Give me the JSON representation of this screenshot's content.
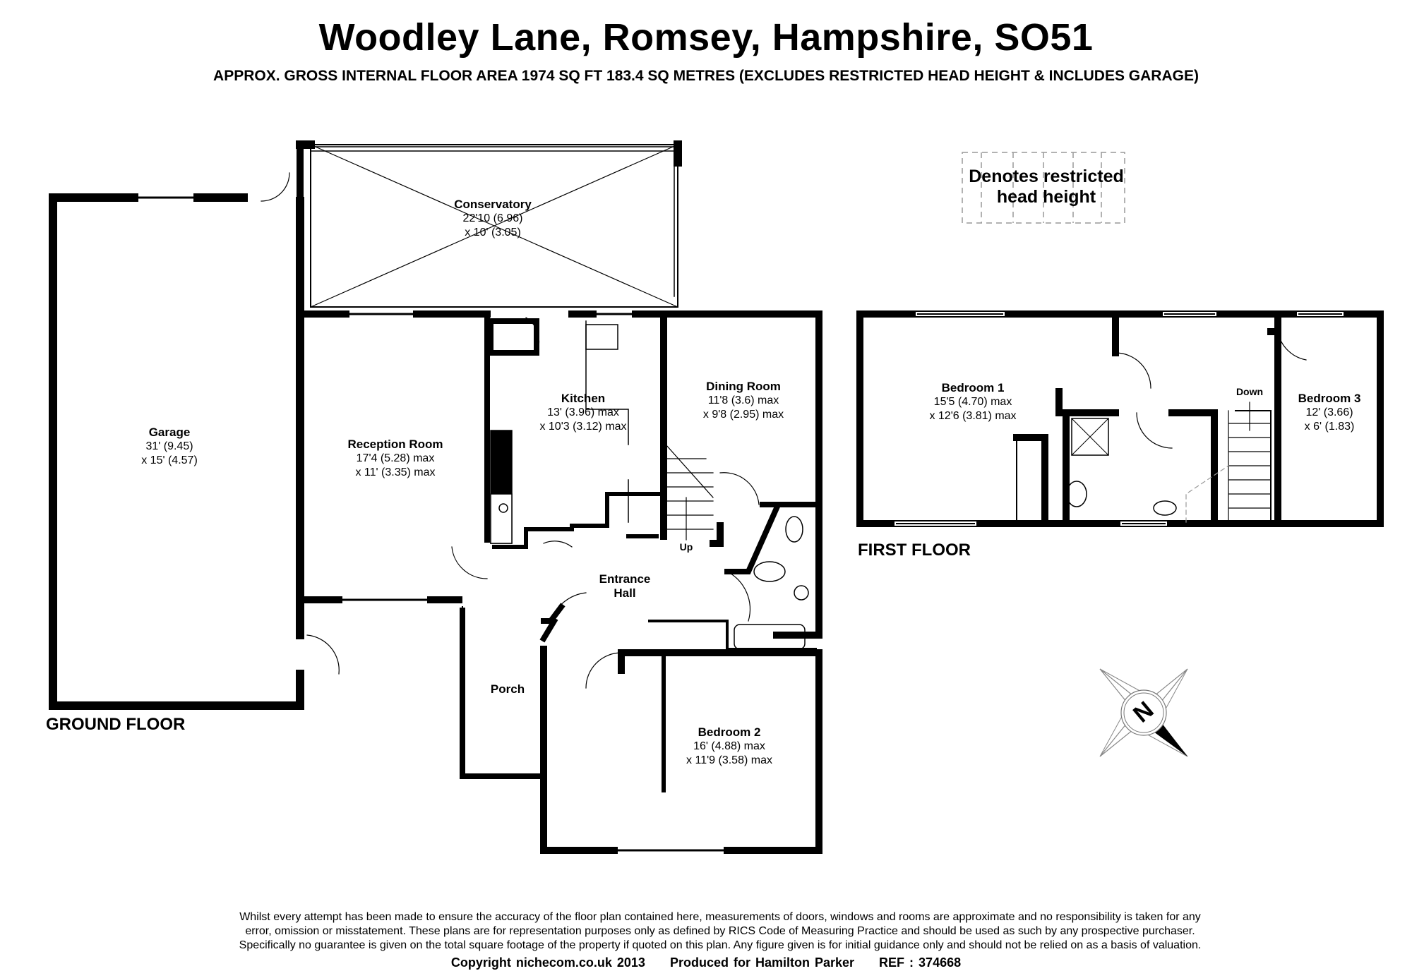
{
  "header": {
    "title": "Woodley Lane, Romsey, Hampshire, SO51",
    "subtitle": "APPROX. GROSS INTERNAL FLOOR AREA 1974 SQ FT 183.4 SQ METRES (EXCLUDES RESTRICTED HEAD HEIGHT & INCLUDES GARAGE)"
  },
  "legend": {
    "text_line1": "Denotes restricted",
    "text_line2": "head height"
  },
  "ground_floor": {
    "label": "GROUND FLOOR",
    "rooms": [
      {
        "name": "Garage",
        "dim1": "31' (9.45)",
        "dim2": "x 15' (4.57)"
      },
      {
        "name": "Conservatory",
        "dim1": "22'10 (6.96)",
        "dim2": "x 10' (3.05)"
      },
      {
        "name": "Reception Room",
        "dim1": "17'4 (5.28) max",
        "dim2": "x 11' (3.35) max"
      },
      {
        "name": "Kitchen",
        "dim1": "13' (3.96) max",
        "dim2": "x 10'3 (3.12) max"
      },
      {
        "name": "Dining Room",
        "dim1": "11'8 (3.6) max",
        "dim2": "x 9'8 (2.95) max"
      },
      {
        "name": "Entrance",
        "dim1": "Hall",
        "dim2": ""
      },
      {
        "name": "Porch",
        "dim1": "",
        "dim2": ""
      },
      {
        "name": "Bedroom 2",
        "dim1": "16' (4.88) max",
        "dim2": "x 11'9 (3.58) max"
      }
    ],
    "stairs_label": "Up"
  },
  "first_floor": {
    "label": "FIRST FLOOR",
    "rooms": [
      {
        "name": "Bedroom 1",
        "dim1": "15'5 (4.70) max",
        "dim2": "x 12'6 (3.81) max"
      },
      {
        "name": "Bedroom 3",
        "dim1": "12' (3.66)",
        "dim2": "x 6' (1.83)"
      }
    ],
    "stairs_label": "Down"
  },
  "compass": {
    "letter": "N"
  },
  "disclaimer": {
    "line1": "Whilst every attempt has been made to ensure the accuracy of the floor plan contained here, measurements of doors, windows and rooms are approximate and no responsibility is taken for any",
    "line2": "error, omission or misstatement. These plans are for representation purposes only as defined by RICS Code of Measuring Practice and should be used as such by any prospective purchaser.",
    "line3": "Specifically no guarantee is given on the total square footage of the property if quoted on this plan. Any figure given is for initial guidance only and should not be relied on as a basis of valuation."
  },
  "footer": {
    "copyright": "Copyright nichecom.co.uk 2013",
    "produced": "Produced for Hamilton Parker",
    "ref": "REF : 374668"
  }
}
